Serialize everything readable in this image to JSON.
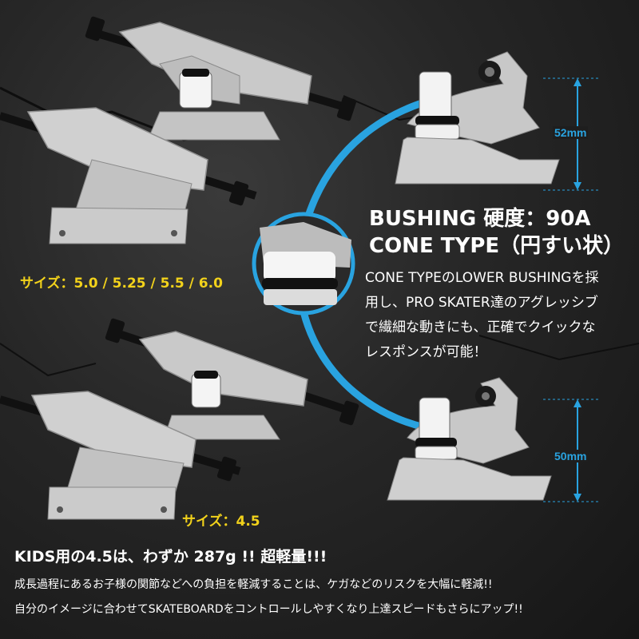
{
  "labels": {
    "size_main": "サイズ：5.0 / 5.25 / 5.5 / 6.0",
    "size_kids": "サイズ：4.5"
  },
  "bushing": {
    "title_line1": "BUSHING 硬度：90A",
    "title_line2": "CONE TYPE（円すい状）",
    "desc_lines": [
      "CONE TYPEのLOWER BUSHINGを採",
      "用し、PRO SKATER達のアグレッシブ",
      "で繊細な動きにも、正確でクイックな",
      "レスポンスが可能！"
    ]
  },
  "dimensions": {
    "top_height": "52mm",
    "bottom_height": "50mm"
  },
  "footer": {
    "title": "KIDS用の4.5は、わずか 287g !! 超軽量!!!",
    "line1": "成長過程にあるお子様の関節などへの負担を軽減することは、ケガなどのリスクを大幅に軽減!!",
    "line2": "自分のイメージに合わせてSKATEBOARDをコントロールしやすくなり上達スピードもさらにアップ!!"
  },
  "colors": {
    "accent_blue": "#29a3e0",
    "label_yellow": "#f2d21b",
    "text_white": "#ffffff",
    "background": "#1c1c1c"
  }
}
